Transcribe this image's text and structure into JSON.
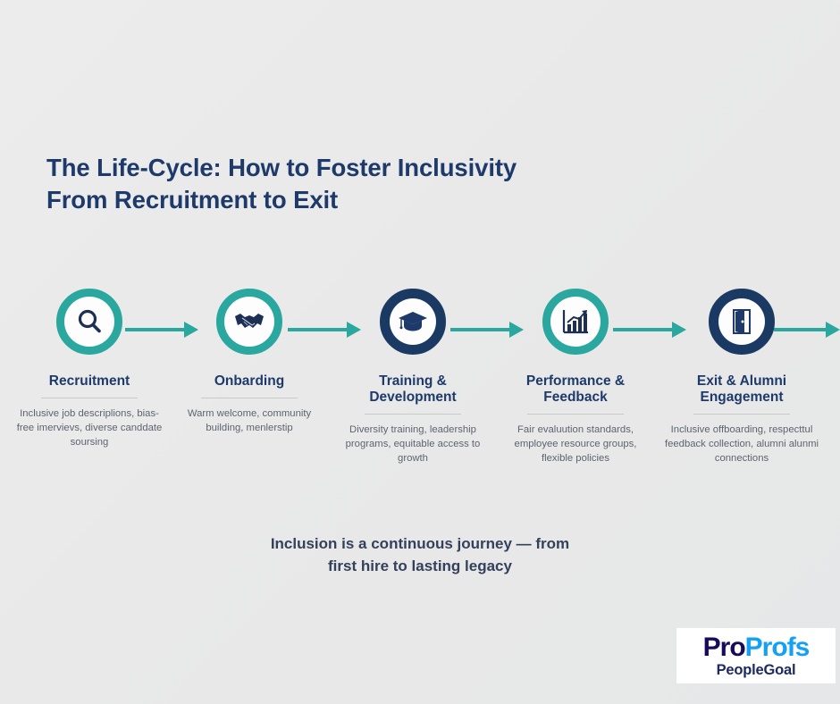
{
  "title": {
    "line1": "The Life-Cycle: How to Foster Inclusivity",
    "line2": "From Recruitment to Exit"
  },
  "colors": {
    "teal": "#2aa79e",
    "navy": "#1a3a63",
    "title_navy": "#1d3a6b",
    "body_gray": "#5d6470",
    "background": "#eaeaea",
    "logo_dark": "#190a5c",
    "logo_blue": "#13a0f5"
  },
  "steps": [
    {
      "title": "Recruitment",
      "desc": "Inclusive job descriplions, bias-free imervievs, diverse canddate soursing",
      "icon": "magnifier-icon",
      "ring": "teal"
    },
    {
      "title": "Onbarding",
      "desc": "Warm welcome, community building, menlerstip",
      "icon": "handshake-icon",
      "ring": "teal"
    },
    {
      "title": "Training & Development",
      "desc": "Diversity training, leadership programs, equitable access to growth",
      "icon": "graduation-cap-icon",
      "ring": "navy"
    },
    {
      "title": "Performance & Feedback",
      "desc": "Fair evaluution standards, employee resource groups, flexible policies",
      "icon": "bar-chart-growth-icon",
      "ring": "teal"
    },
    {
      "title": "Exit & Alumni Engagement",
      "desc": "Inclusive offboarding, respecttul feedback collection, alumni alunmi connections",
      "icon": "open-door-icon",
      "ring": "navy"
    }
  ],
  "tagline": {
    "line1": "Inclusion is a continuous journey — from",
    "line2": "first hire to lasting legacy"
  },
  "logo": {
    "part1": "Pro",
    "part2": "Profs",
    "sub": "PeopleGoal"
  }
}
